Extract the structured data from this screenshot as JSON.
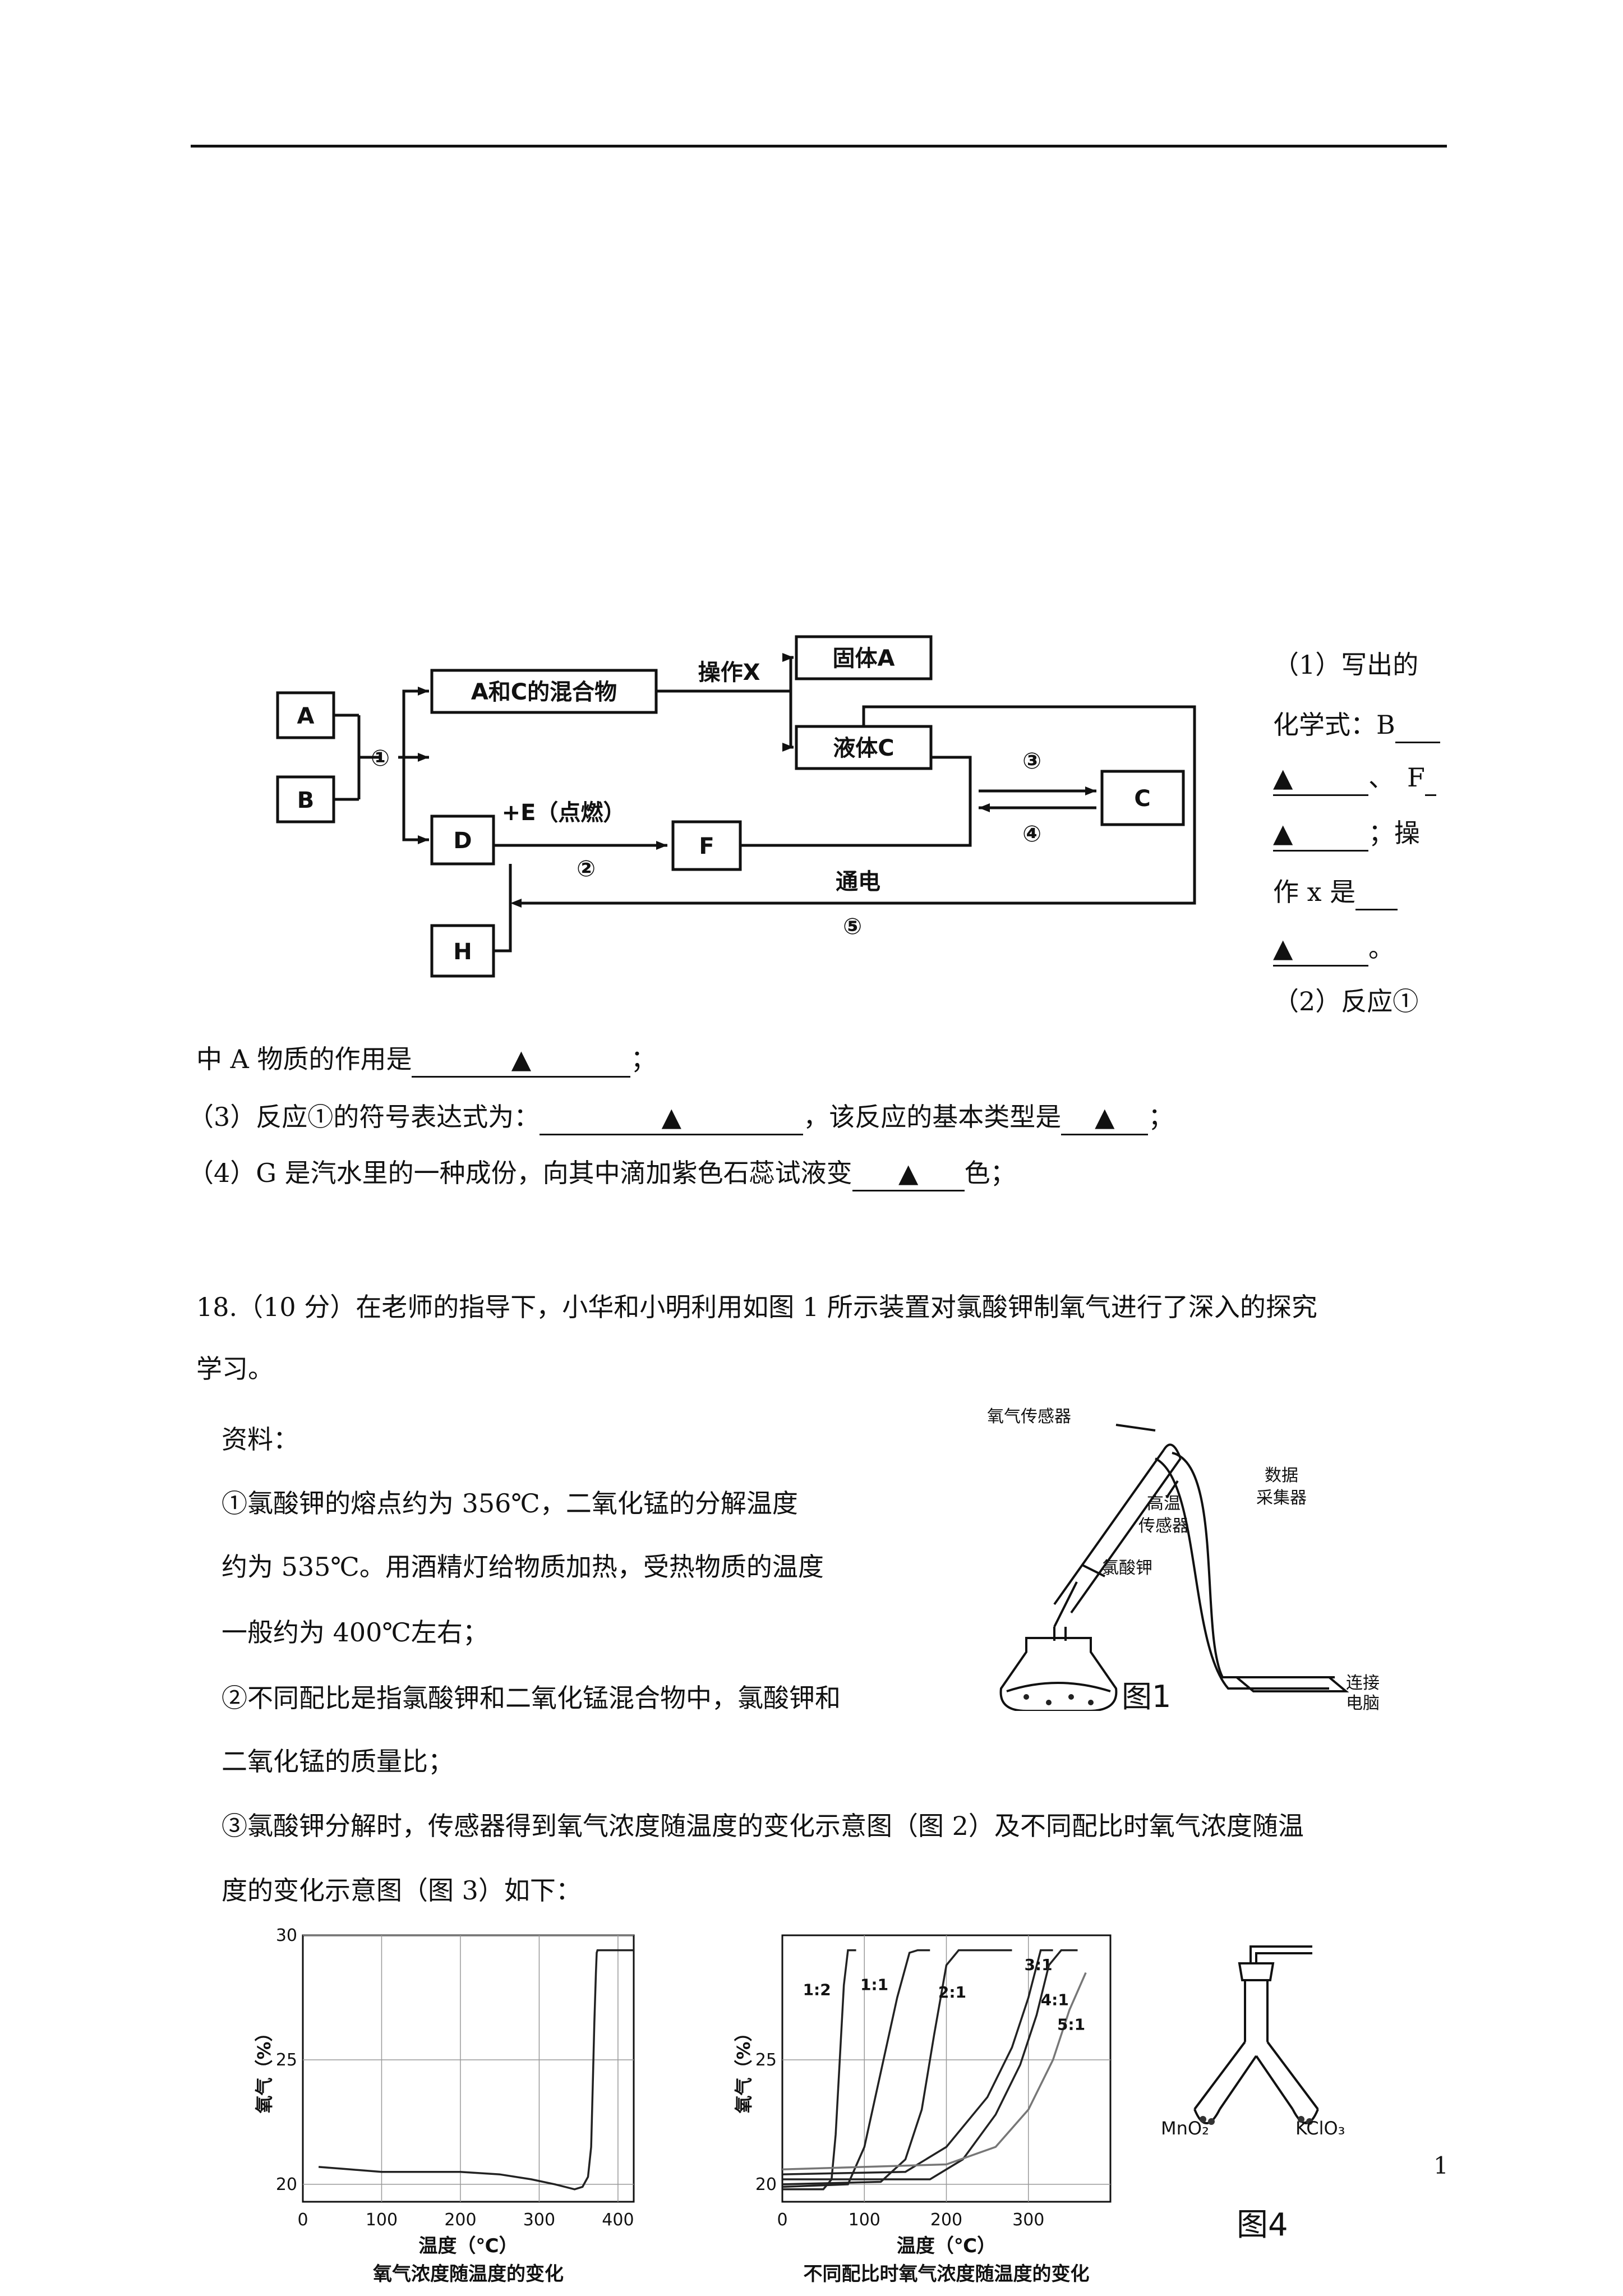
{
  "flowchart": {
    "box_a": "A",
    "box_b": "B",
    "box_mix": "A和C的混合物",
    "box_solid": "固体A",
    "box_liquid": "液体C",
    "box_c": "C",
    "box_d": "D",
    "box_f": "F",
    "box_h": "H",
    "label_op": "操作X",
    "label_e": "+E（点燃）",
    "label_power": "通电",
    "step1": "①",
    "step2": "②",
    "step3": "③",
    "step4": "④",
    "step5": "⑤"
  },
  "right_column": {
    "l1": "（1）写出的",
    "l2": "化学式：B",
    "l3a": "▲",
    "l3b": "、　F",
    "l4a": "▲",
    "l4b": "；操",
    "l5": "作 x 是",
    "l6a": "▲",
    "l6b": "。",
    "l7": "（2）反应①"
  },
  "questions": {
    "q2_prefix": "中 A 物质的作用是",
    "q2_blank": "▲",
    "q2_suffix": "；",
    "q3_prefix": "（3）反应①的符号表达式为：",
    "q3_blank1": "▲",
    "q3_mid": "，该反应的基本类型是",
    "q3_blank2": "▲",
    "q3_suffix": "；",
    "q4_prefix": "（4）G 是汽水里的一种成份，向其中滴加紫色石蕊试液变",
    "q4_blank": "▲",
    "q4_suffix": "色；"
  },
  "q18": {
    "line1": "18.（10 分）在老师的指导下，小华和小明利用如图 1 所示装置对氯酸钾制氧气进行了深入的探究",
    "line2": "学习。",
    "ref_title": "资料：",
    "r1a": "①氯酸钾的熔点约为 356℃，二氧化锰的分解温度",
    "r1b": "约为 535℃。用酒精灯给物质加热，受热物质的温度",
    "r1c": "一般约为 400℃左右；",
    "r2a": "②不同配比是指氯酸钾和二氧化锰混合物中，氯酸钾和",
    "r2b": "二氧化锰的质量比；",
    "r3a": "③氯酸钾分解时，传感器得到氧气浓度随温度的变化示意图（图 2）及不同配比时氧气浓度随温",
    "r3b": "度的变化示意图（图 3）如下："
  },
  "fig1": {
    "label_sensor": "氧气传感器",
    "label_temp1": "高温",
    "label_temp2": "传感器",
    "label_kclo3": "氯酸钾",
    "label_collector1": "数据",
    "label_collector2": "采集器",
    "label_pc1": "连接",
    "label_pc2": "电脑",
    "caption": "图1"
  },
  "fig4": {
    "label_left": "MnO₂",
    "label_right": "KClO₃",
    "caption": "图4"
  },
  "page_number": "1",
  "chart_data": [
    {
      "type": "line",
      "title": "",
      "caption": "氧气浓度随温度的变化",
      "xlabel": "温度（℃）",
      "ylabel": "氧气（%）",
      "xlim": [
        0,
        420
      ],
      "ylim": [
        19.3,
        30
      ],
      "xticks": [
        "0",
        "100",
        "200",
        "300",
        "400"
      ],
      "yticks": [
        "20",
        "25",
        "30"
      ],
      "grid": true,
      "series": [
        {
          "x": [
            20,
            60,
            100,
            150,
            200,
            250,
            290,
            320,
            345,
            355,
            362,
            366,
            368,
            370,
            372,
            373,
            374,
            380,
            420
          ],
          "y": [
            20.7,
            20.6,
            20.5,
            20.5,
            20.5,
            20.4,
            20.2,
            20.0,
            19.8,
            19.9,
            20.3,
            21.5,
            24.0,
            26.5,
            28.5,
            29.3,
            29.4,
            29.4,
            29.4
          ]
        }
      ]
    },
    {
      "type": "line",
      "title": "",
      "caption": "不同配比时氧气浓度随温度的变化",
      "xlabel": "温度（℃）",
      "ylabel": "氧气（%）",
      "xlim": [
        0,
        400
      ],
      "ylim": [
        19.3,
        30
      ],
      "xticks": [
        "0",
        "100",
        "200",
        "300"
      ],
      "yticks": [
        "20",
        "25"
      ],
      "grid": true,
      "series": [
        {
          "name": "1:2",
          "x": [
            0,
            50,
            60,
            65,
            70,
            75,
            80,
            90
          ],
          "y": [
            19.8,
            19.8,
            20.2,
            22,
            25,
            28,
            29.4,
            29.4
          ]
        },
        {
          "name": "1:1",
          "x": [
            0,
            80,
            100,
            120,
            140,
            155,
            165,
            180
          ],
          "y": [
            19.9,
            20.0,
            21.5,
            24.5,
            27.5,
            29.3,
            29.4,
            29.4
          ]
        },
        {
          "name": "2:1",
          "x": [
            0,
            120,
            150,
            170,
            185,
            200,
            215,
            280
          ],
          "y": [
            20.0,
            20.1,
            21.0,
            23.0,
            26.0,
            28.8,
            29.4,
            29.4
          ]
        },
        {
          "name": "3:1",
          "x": [
            0,
            150,
            200,
            250,
            280,
            300,
            315,
            330
          ],
          "y": [
            20.4,
            20.5,
            21.5,
            23.5,
            25.5,
            27.5,
            29.4,
            29.4
          ]
        },
        {
          "name": "4:1",
          "x": [
            0,
            180,
            220,
            260,
            290,
            310,
            325,
            340,
            360
          ],
          "y": [
            20.2,
            20.2,
            21.0,
            22.8,
            24.8,
            26.8,
            28.8,
            29.4,
            29.4
          ]
        },
        {
          "name": "5:1",
          "x": [
            0,
            200,
            260,
            300,
            330,
            350,
            370
          ],
          "y": [
            20.6,
            20.8,
            21.5,
            23.0,
            25.0,
            27.0,
            28.5
          ]
        }
      ]
    }
  ]
}
